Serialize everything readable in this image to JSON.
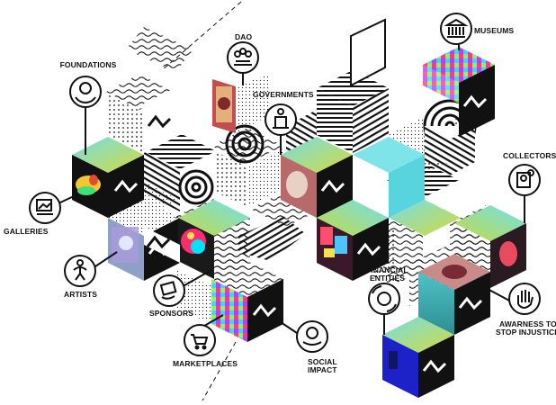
{
  "diagram": {
    "nodes": [
      {
        "id": "foundations",
        "label": "FOUNDATIONS",
        "icon": "hands-globe-icon"
      },
      {
        "id": "dao",
        "label": "DAO",
        "icon": "people-group-icon"
      },
      {
        "id": "governments",
        "label": "GOVERNMENTS",
        "icon": "podium-icon"
      },
      {
        "id": "museums",
        "label": "MUSEUMS",
        "icon": "museum-building-icon"
      },
      {
        "id": "collectors",
        "label": "COLLECTORS",
        "icon": "picture-frame-icon"
      },
      {
        "id": "galleries",
        "label": "GALLERIES",
        "icon": "gallery-easel-icon"
      },
      {
        "id": "artists",
        "label": "ARTISTS",
        "icon": "artist-figure-icon"
      },
      {
        "id": "sponsors",
        "label": "SPONSORS",
        "icon": "money-hand-icon"
      },
      {
        "id": "marketplaces",
        "label": "MARKETPLACES",
        "icon": "shopping-cart-icon"
      },
      {
        "id": "social_impact",
        "label_line1": "SOCIAL",
        "label_line2": "IMPACT",
        "icon": "globe-hand-icon"
      },
      {
        "id": "financial_entities",
        "label_line1": "FINANCIAL",
        "label_line2": "ENTITIES",
        "icon": "coin-arrows-icon"
      },
      {
        "id": "awareness",
        "label_line1": "AWARNESS TO",
        "label_line2": "STOP INJUSTICE",
        "icon": "raised-hand-icon"
      }
    ],
    "colors": {
      "ink": "#111111",
      "gradient_green": "#c3d94a",
      "gradient_cyan": "#6fe0ea",
      "gradient_teal": "#3fb6b8"
    }
  }
}
